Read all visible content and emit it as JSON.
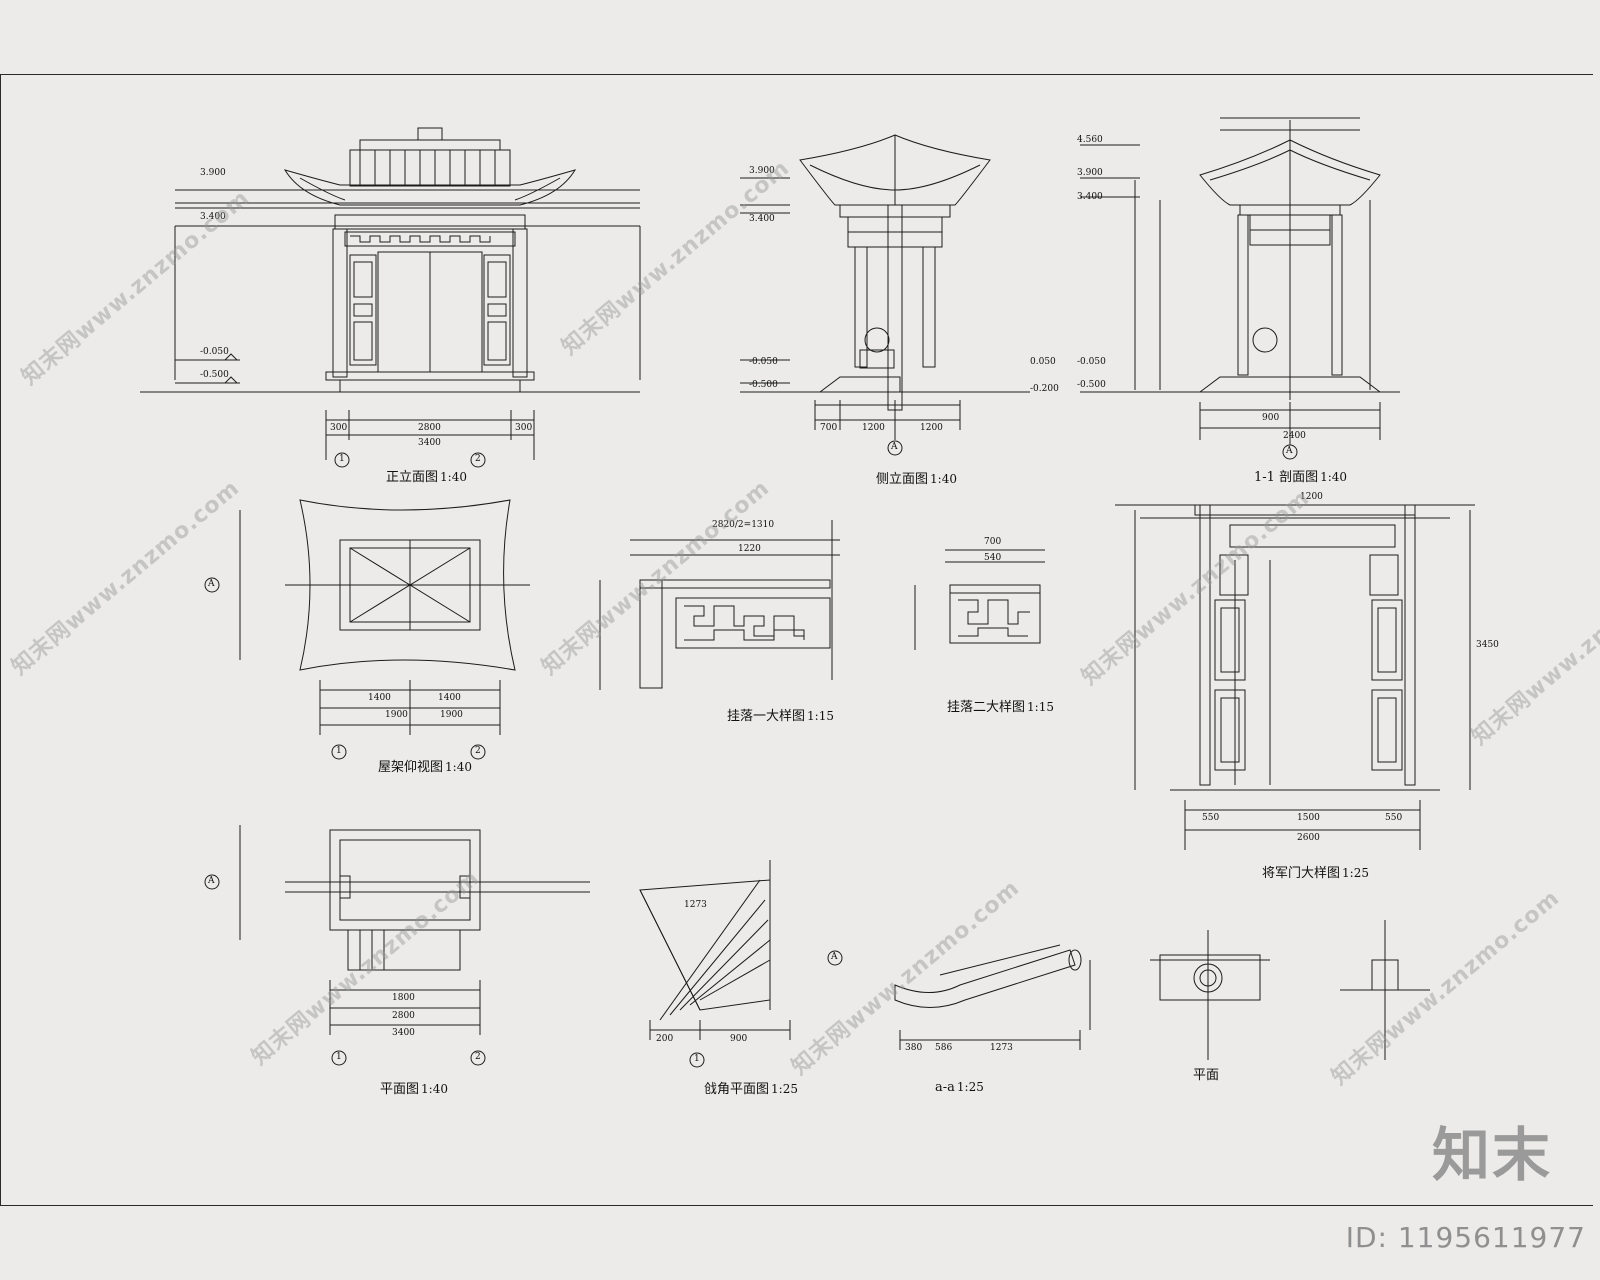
{
  "drawing_titles": {
    "front_elevation": {
      "name": "正立面图",
      "scale": "1:40"
    },
    "side_elevation": {
      "name": "侧立面图",
      "scale": "1:40"
    },
    "section_1_1": {
      "name": "1-1 剖面图",
      "scale": "1:40"
    },
    "roof_plan": {
      "name": "屋架仰视图",
      "scale": "1:40"
    },
    "hanging_1": {
      "name": "挂落一大样图",
      "scale": "1:15"
    },
    "hanging_2": {
      "name": "挂落二大样图",
      "scale": "1:15"
    },
    "gate_detail": {
      "name": "将军门大样图",
      "scale": "1:25"
    },
    "floor_plan": {
      "name": "平面图",
      "scale": "1:40"
    },
    "corner_plan": {
      "name": "戗角平面图",
      "scale": "1:25"
    },
    "section_a_a": {
      "name": "a-a",
      "scale": "1:25"
    },
    "plan_small": {
      "name": "平面",
      "scale": ""
    }
  },
  "dimensions": {
    "front_total": "3400",
    "front_mid": "2800",
    "front_side": "300",
    "side_a": "700",
    "side_b": "1200",
    "section_total": "2400",
    "section_mid": "900",
    "roof_total_a": "1900",
    "roof_mid": "1400",
    "gate_total": "2600",
    "gate_mid": "1500",
    "gate_side": "550",
    "gate_height": "3450",
    "gate_top": "1200",
    "hang1_top": "2820/2=1310",
    "hang1_len": "1220",
    "hang2_top": "700",
    "hang2_len": "540",
    "plan_total": "3400",
    "plan_mid": "2800",
    "plan_1800": "1800",
    "corner_900": "900",
    "corner_200": "200",
    "corner_1273": "1273",
    "aa_380": "380",
    "aa_586": "586",
    "aa_1273": "1273",
    "level_3900": "3.900",
    "level_3400": "3.400",
    "level_4560": "4.560",
    "level_m050": "-0.050",
    "level_m500": "-0.500",
    "level_m200": "-0.200",
    "level_0050": "0.050"
  },
  "axis_labels": {
    "one": "1",
    "two": "2",
    "a": "A"
  },
  "watermarks": [
    "知末网www.znzmo.com"
  ],
  "brand": "知末",
  "image_id": "ID: 1195611977"
}
